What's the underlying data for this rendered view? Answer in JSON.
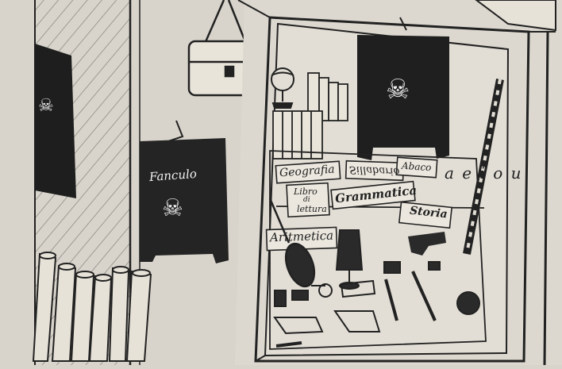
{
  "illustration": {
    "hanging_shirt_text": "Fanculo",
    "shop_window_labels": {
      "geografia": "Geografia",
      "sillabario_mirrored": "Sillabario",
      "abaco": "Abaco",
      "vowels": "a e i o u",
      "libro_di_lettura": "Libro di lettura",
      "libro": "Libro",
      "di": "di",
      "lettura": "lettura",
      "grammatica": "Grammatica",
      "storia": "Storia",
      "aritmetica": "Aritmetica"
    }
  }
}
